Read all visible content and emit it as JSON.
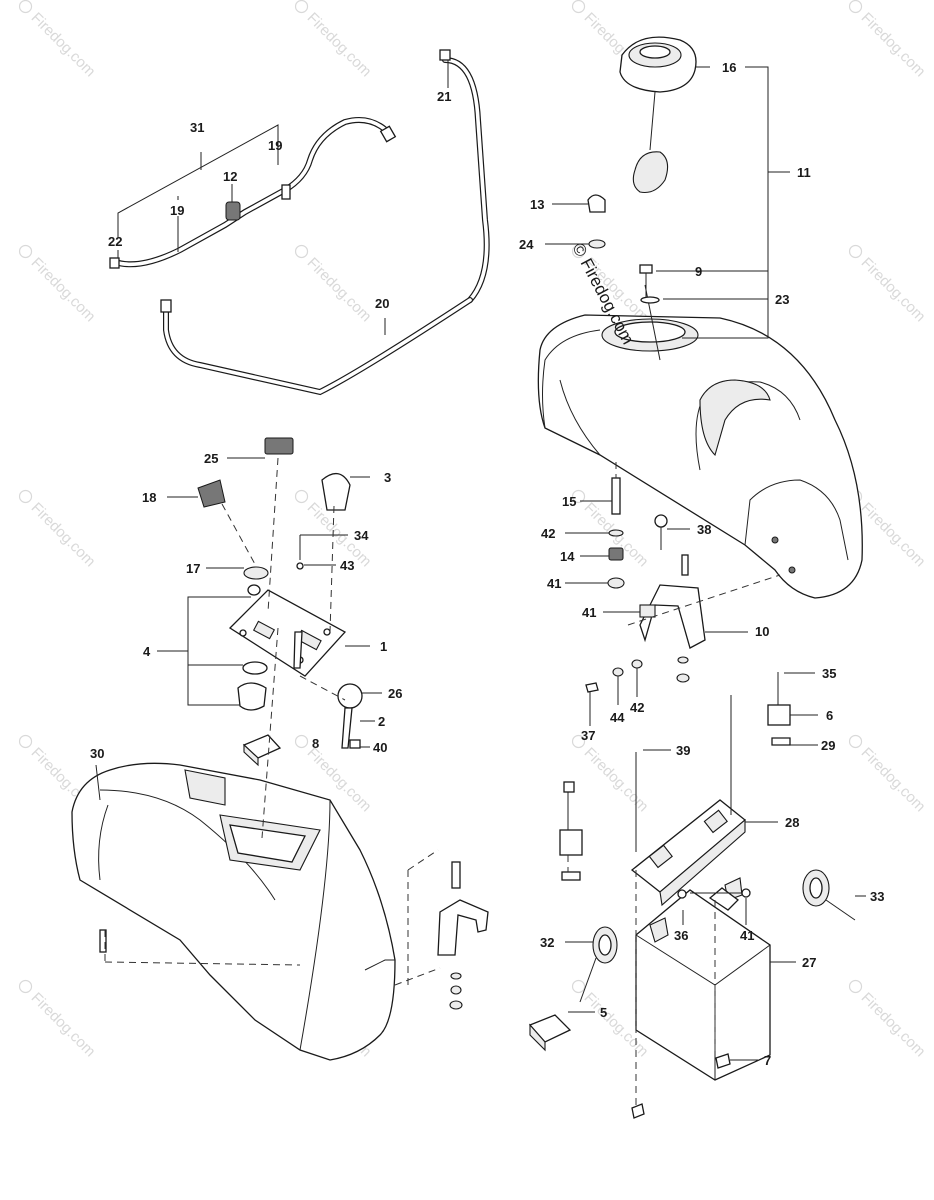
{
  "watermark": {
    "text": "Firedog.com"
  },
  "copyright": {
    "text": "© Firedog.com"
  },
  "callouts": [
    "1",
    "2",
    "3",
    "4",
    "5",
    "6",
    "7",
    "8",
    "9",
    "10",
    "11",
    "12",
    "13",
    "14",
    "15",
    "16",
    "17",
    "18",
    "19",
    "19",
    "20",
    "21",
    "22",
    "23",
    "24",
    "25",
    "26",
    "27",
    "28",
    "29",
    "30",
    "31",
    "32",
    "33",
    "34",
    "35",
    "36",
    "37",
    "38",
    "39",
    "40",
    "41",
    "41",
    "41",
    "42",
    "42",
    "43",
    "44"
  ],
  "icons": [
    "copyright-icon"
  ]
}
